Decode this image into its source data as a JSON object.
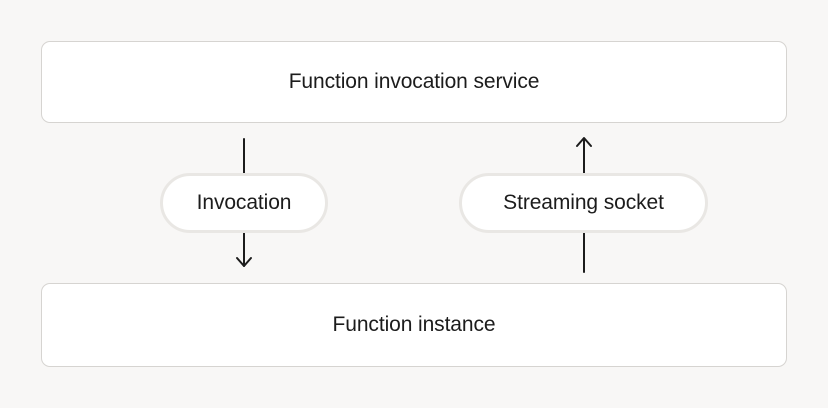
{
  "diagram": {
    "top_box": {
      "label": "Function invocation service"
    },
    "bottom_box": {
      "label": "Function instance"
    },
    "connectors": [
      {
        "label": "Invocation",
        "direction": "down",
        "from": "Function invocation service",
        "to": "Function instance"
      },
      {
        "label": "Streaming socket",
        "direction": "up",
        "from": "Function instance",
        "to": "Function invocation service"
      }
    ],
    "colors": {
      "bg": "#f8f7f6",
      "text": "#1c1c1c",
      "box_bg": "#ffffff",
      "box_border": "#d6d4d1",
      "pill_border": "#e9e7e4",
      "arrow": "#1c1c1c"
    }
  }
}
